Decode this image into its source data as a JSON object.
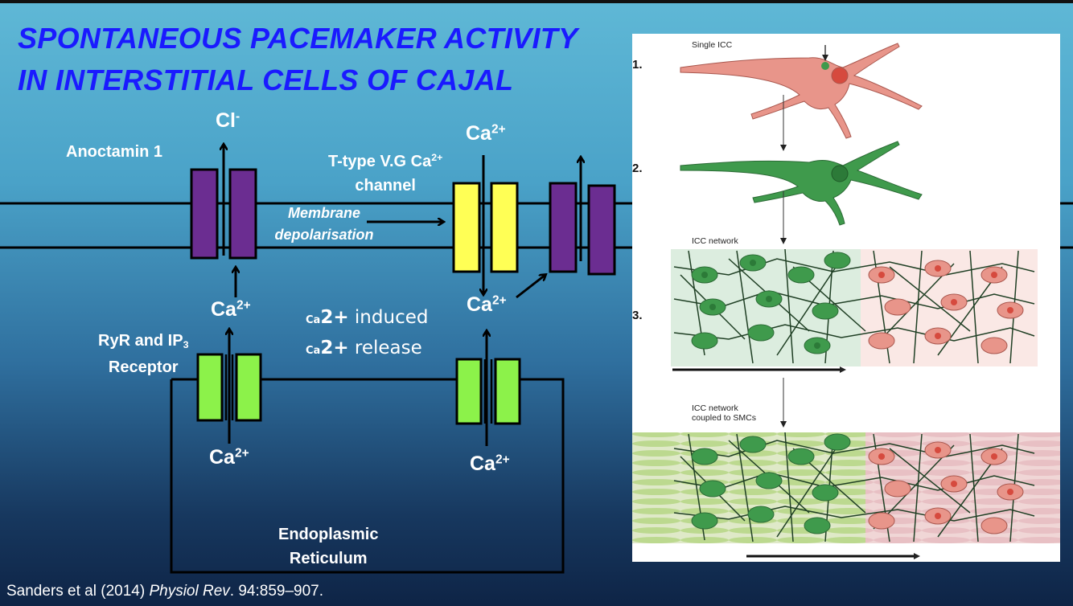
{
  "slide": {
    "title_line1": "SPONTANEOUS PACEMAKER ACTIVITY",
    "title_line2": "IN INTERSTITIAL CELLS OF CAJAL",
    "citation_authors": "Sanders et al (2014) ",
    "citation_journal": "Physiol Rev",
    "citation_rest": ". 94:859–907."
  },
  "diagram": {
    "cl_ion": "Cl",
    "cl_sup": "-",
    "anoctamin_label": "Anoctamin 1",
    "ttype_line1": "T-type V.G Ca",
    "ttype_sup": "2+",
    "ttype_line2": "channel",
    "membrane_line1": "Membrane",
    "membrane_line2": "depolarisation",
    "ca_ion": "Ca",
    "ca_sup": "2+",
    "ryr_line1": "RyR and IP",
    "ryr_sub": "3",
    "ryr_line2": "Receptor",
    "induced_small": "Ca",
    "induced_big": "2+",
    "induced_line1_rest": " induced",
    "induced_line2_rest": " release",
    "er_line1": "Endoplasmic",
    "er_line2": "Reticulum"
  },
  "figure_panel": {
    "step1_num": "1.",
    "step1_label": "Single ICC",
    "step2_num": "2.",
    "step3_num": "3.",
    "step3_label": "ICC network",
    "step4_label_line1": "ICC network",
    "step4_label_line2": "coupled to SMCs"
  },
  "colors": {
    "title": "#1a1aff",
    "anoctamin_channel": "#6b2d91",
    "ttype_channel": "#ffff55",
    "er_receptor": "#8cf24a",
    "icc_active": "#3f9a4c",
    "icc_inactive": "#e8958a",
    "smc": "#c7e3a3"
  }
}
